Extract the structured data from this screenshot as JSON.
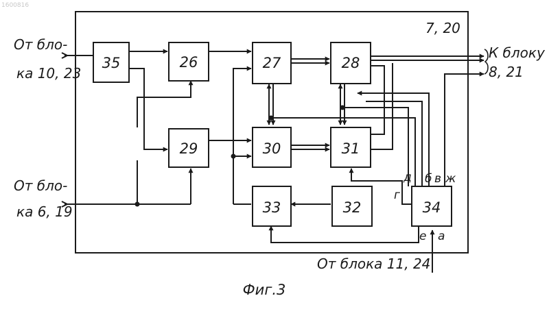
{
  "watermark": "1600816",
  "frame_label": "7, 20",
  "figure_caption": "Фиг.3",
  "inputs": {
    "top_line1": "От бло-",
    "top_line2": "ка 10, 23",
    "bottom_line1": "От бло-",
    "bottom_line2": "ка 6, 19",
    "below": "От блока 11, 24"
  },
  "output": {
    "line1": "К блоку",
    "line2": "8, 21"
  },
  "blocks": {
    "b26": "26",
    "b27": "27",
    "b28": "28",
    "b29": "29",
    "b30": "30",
    "b31": "31",
    "b32": "32",
    "b33": "33",
    "b34": "34",
    "b35": "35"
  },
  "port_labels": {
    "a": "а",
    "b": "б",
    "v": "в",
    "g": "г",
    "d": "д",
    "e": "е",
    "zh": "ж"
  }
}
